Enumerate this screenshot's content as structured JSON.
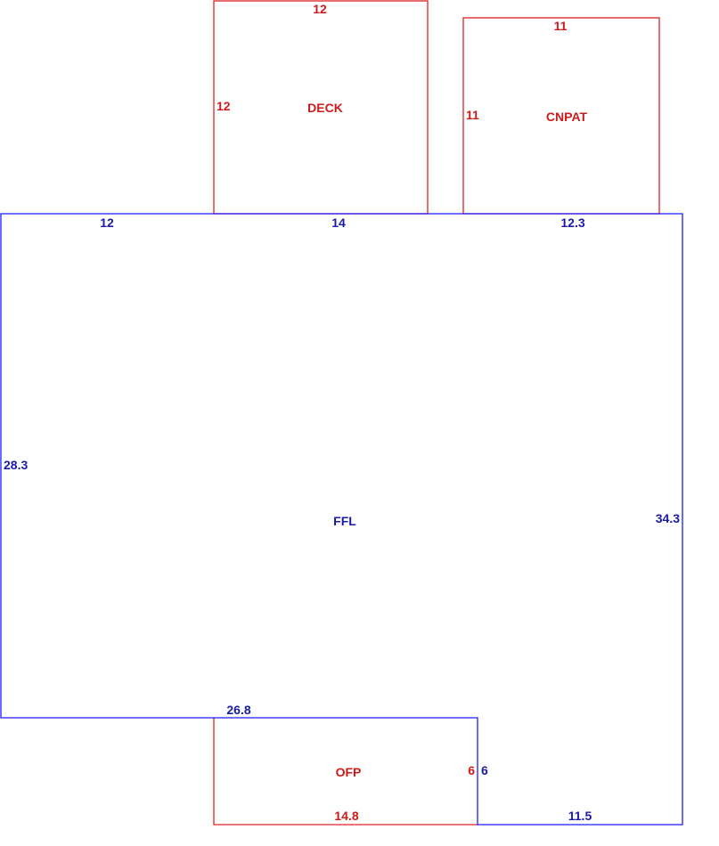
{
  "colors": {
    "main_outline": "#1a1aff",
    "main_text": "#1a1aaa",
    "addition_outline": "#e02020",
    "addition_text": "#cc1a1a"
  },
  "areas": {
    "deck": {
      "label": "DECK",
      "dims": {
        "top": "12",
        "left": "12"
      }
    },
    "cnpat": {
      "label": "CNPAT",
      "dims": {
        "top": "11",
        "left": "11"
      }
    },
    "ffl": {
      "label": "FFL",
      "dims": {
        "top_a": "12",
        "top_b": "14",
        "top_c": "12.3",
        "left": "28.3",
        "right": "34.3",
        "inner_bottom": "26.8",
        "notch_vertical": "6",
        "bottom": "11.5"
      }
    },
    "ofp": {
      "label": "OFP",
      "dims": {
        "right": "6",
        "bottom": "14.8"
      }
    }
  }
}
